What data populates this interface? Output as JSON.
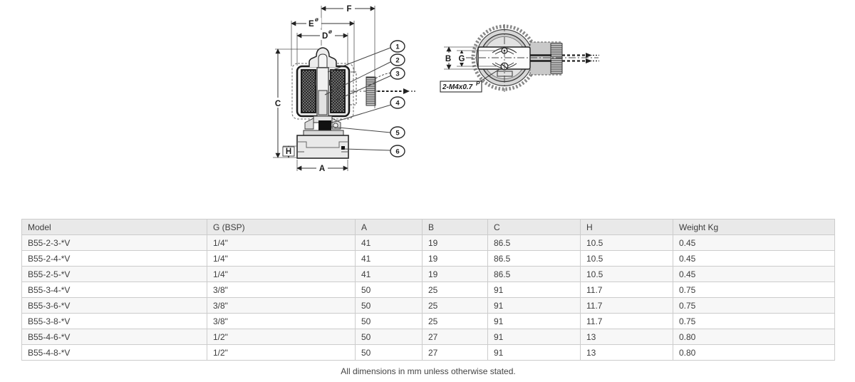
{
  "page": {
    "footer_note": "All dimensions in mm unless otherwise stated."
  },
  "diagram": {
    "front_view": {
      "dims": {
        "f": "F",
        "e": "E",
        "d": "D",
        "c": "C",
        "h": "H",
        "a": "A"
      },
      "diameter_symbol": "ø",
      "callouts": [
        "1",
        "2",
        "3",
        "4",
        "5",
        "6"
      ]
    },
    "top_view": {
      "dims": {
        "b": "B",
        "g": "G"
      },
      "thread_note": "2-M4x0.7",
      "thread_note_sup": "P"
    }
  },
  "table": {
    "headers": [
      "Model",
      "G (BSP)",
      "A",
      "B",
      "C",
      "H",
      "Weight Kg"
    ],
    "rows": [
      [
        "B55-2-3-*V",
        "1/4\"",
        "41",
        "19",
        "86.5",
        "10.5",
        "0.45"
      ],
      [
        "B55-2-4-*V",
        "1/4\"",
        "41",
        "19",
        "86.5",
        "10.5",
        "0.45"
      ],
      [
        "B55-2-5-*V",
        "1/4\"",
        "41",
        "19",
        "86.5",
        "10.5",
        "0.45"
      ],
      [
        "B55-3-4-*V",
        "3/8\"",
        "50",
        "25",
        "91",
        "11.7",
        "0.75"
      ],
      [
        "B55-3-6-*V",
        "3/8\"",
        "50",
        "25",
        "91",
        "11.7",
        "0.75"
      ],
      [
        "B55-3-8-*V",
        "3/8\"",
        "50",
        "25",
        "91",
        "11.7",
        "0.75"
      ],
      [
        "B55-4-6-*V",
        "1/2\"",
        "50",
        "27",
        "91",
        "13",
        "0.80"
      ],
      [
        "B55-4-8-*V",
        "1/2\"",
        "50",
        "27",
        "91",
        "13",
        "0.80"
      ]
    ]
  },
  "colors": {
    "table_header_bg": "#e9e9e9",
    "table_row_alt_bg": "#f7f7f7",
    "table_border": "#cccccc",
    "line_ink": "#2a2a2a"
  }
}
